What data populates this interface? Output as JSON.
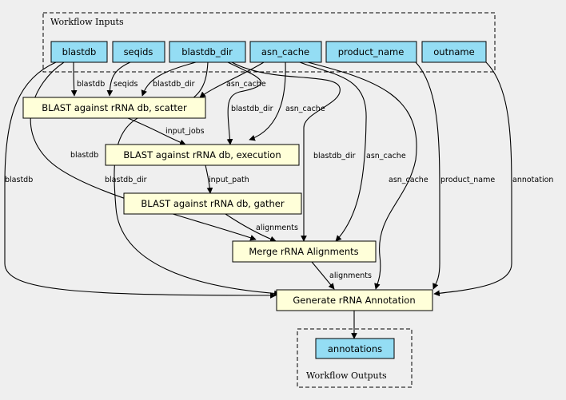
{
  "clusters": {
    "inputs_title": "Workflow Inputs",
    "outputs_title": "Workflow Outputs"
  },
  "nodes": {
    "blastdb": "blastdb",
    "seqids": "seqids",
    "blastdb_dir": "blastdb_dir",
    "asn_cache": "asn_cache",
    "product_name": "product_name",
    "outname": "outname",
    "scatter": "BLAST against rRNA db, scatter",
    "execution": "BLAST against rRNA db, execution",
    "gather": "BLAST against rRNA db, gather",
    "merge": "Merge rRNA Alignments",
    "generate": "Generate rRNA Annotation",
    "annotations": "annotations"
  },
  "edge_labels": {
    "blastdb": "blastdb",
    "seqids": "seqids",
    "blastdb_dir": "blastdb_dir",
    "asn_cache": "asn_cache",
    "input_jobs": "input_jobs",
    "input_path": "input_path",
    "alignments": "alignments",
    "product_name": "product_name",
    "annotation": "annotation"
  },
  "colors": {
    "input_fill": "#94ddf4",
    "step_fill": "#ffffd9",
    "background": "#efefef"
  }
}
